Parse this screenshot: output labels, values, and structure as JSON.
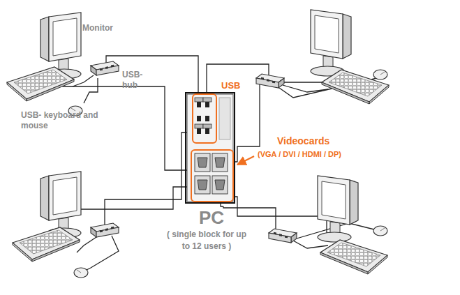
{
  "diagram": {
    "nodes": [
      {
        "text": [
          "PC",
          "( single block for up to 12 users )"
        ]
      },
      {
        "text": [
          "USB"
        ],
        "in": 0
      },
      {
        "text": [
          "Videocards",
          "(VGA / DVI / HDMI / DP)"
        ],
        "in": 0
      }
    ],
    "labels": [
      "Monitor",
      "USB- hub",
      "USB- keyboard and mouse"
    ]
  }
}
